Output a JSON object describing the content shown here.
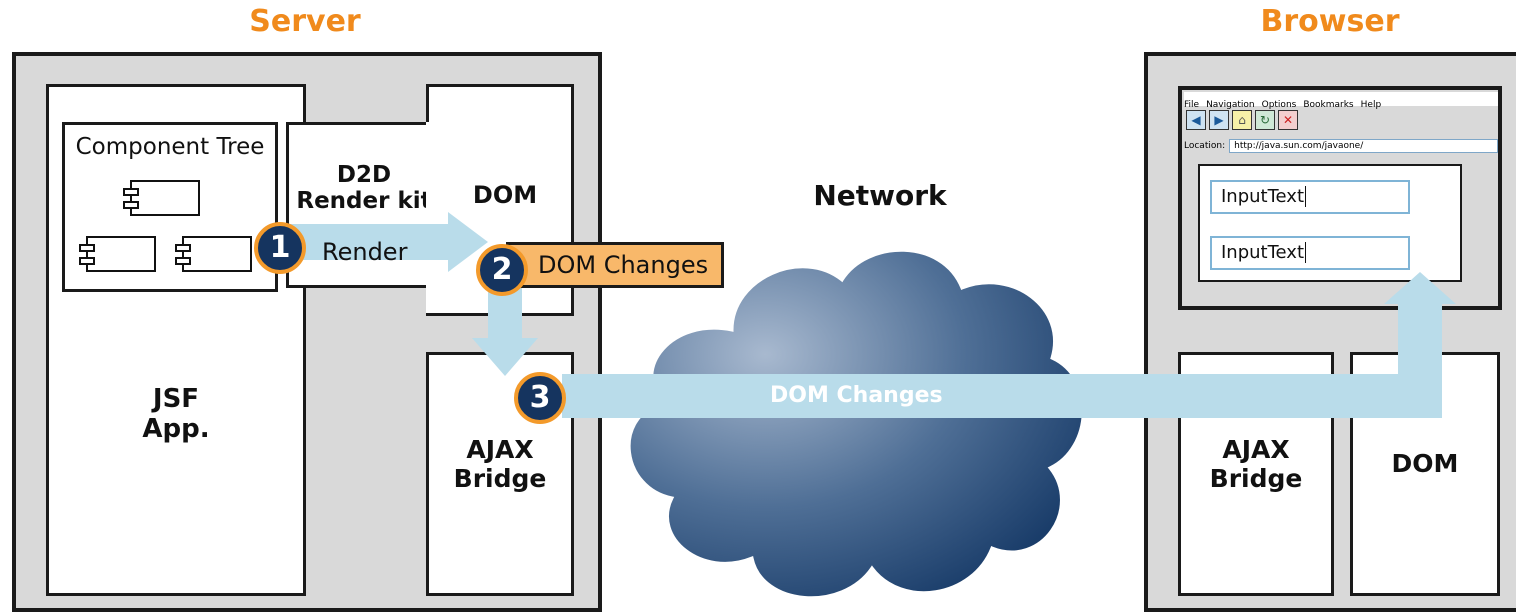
{
  "headings": {
    "server": "Server",
    "browser": "Browser",
    "network": "Network"
  },
  "server": {
    "component_tree": "Component Tree",
    "render_kit": "D2D\nRender kit",
    "dom": "DOM",
    "jsf_app": "JSF\nApp.",
    "ajax_bridge": "AJAX\nBridge"
  },
  "flow": {
    "step1": "1",
    "step1_label": "Render",
    "step2": "2",
    "step2_label": "DOM Changes",
    "step3": "3",
    "step3_label": "DOM Changes"
  },
  "browser": {
    "menu": [
      "File",
      "Navigation",
      "Options",
      "Bookmarks",
      "Help"
    ],
    "location_label": "Location:",
    "location_url": "http://java.sun.com/javaone/",
    "inputs": [
      "InputText",
      "InputText"
    ],
    "ajax_bridge": "AJAX\nBridge",
    "dom": "DOM"
  },
  "icons": [
    "back-arrow-icon",
    "forward-arrow-icon",
    "home-icon",
    "refresh-icon",
    "stop-icon",
    "cloud-icon",
    "component-icon"
  ],
  "colors": {
    "accent": "#f08a1c",
    "flow": "#b9dcea",
    "badge": "#15345f",
    "cloud": "#1f4c7c"
  }
}
